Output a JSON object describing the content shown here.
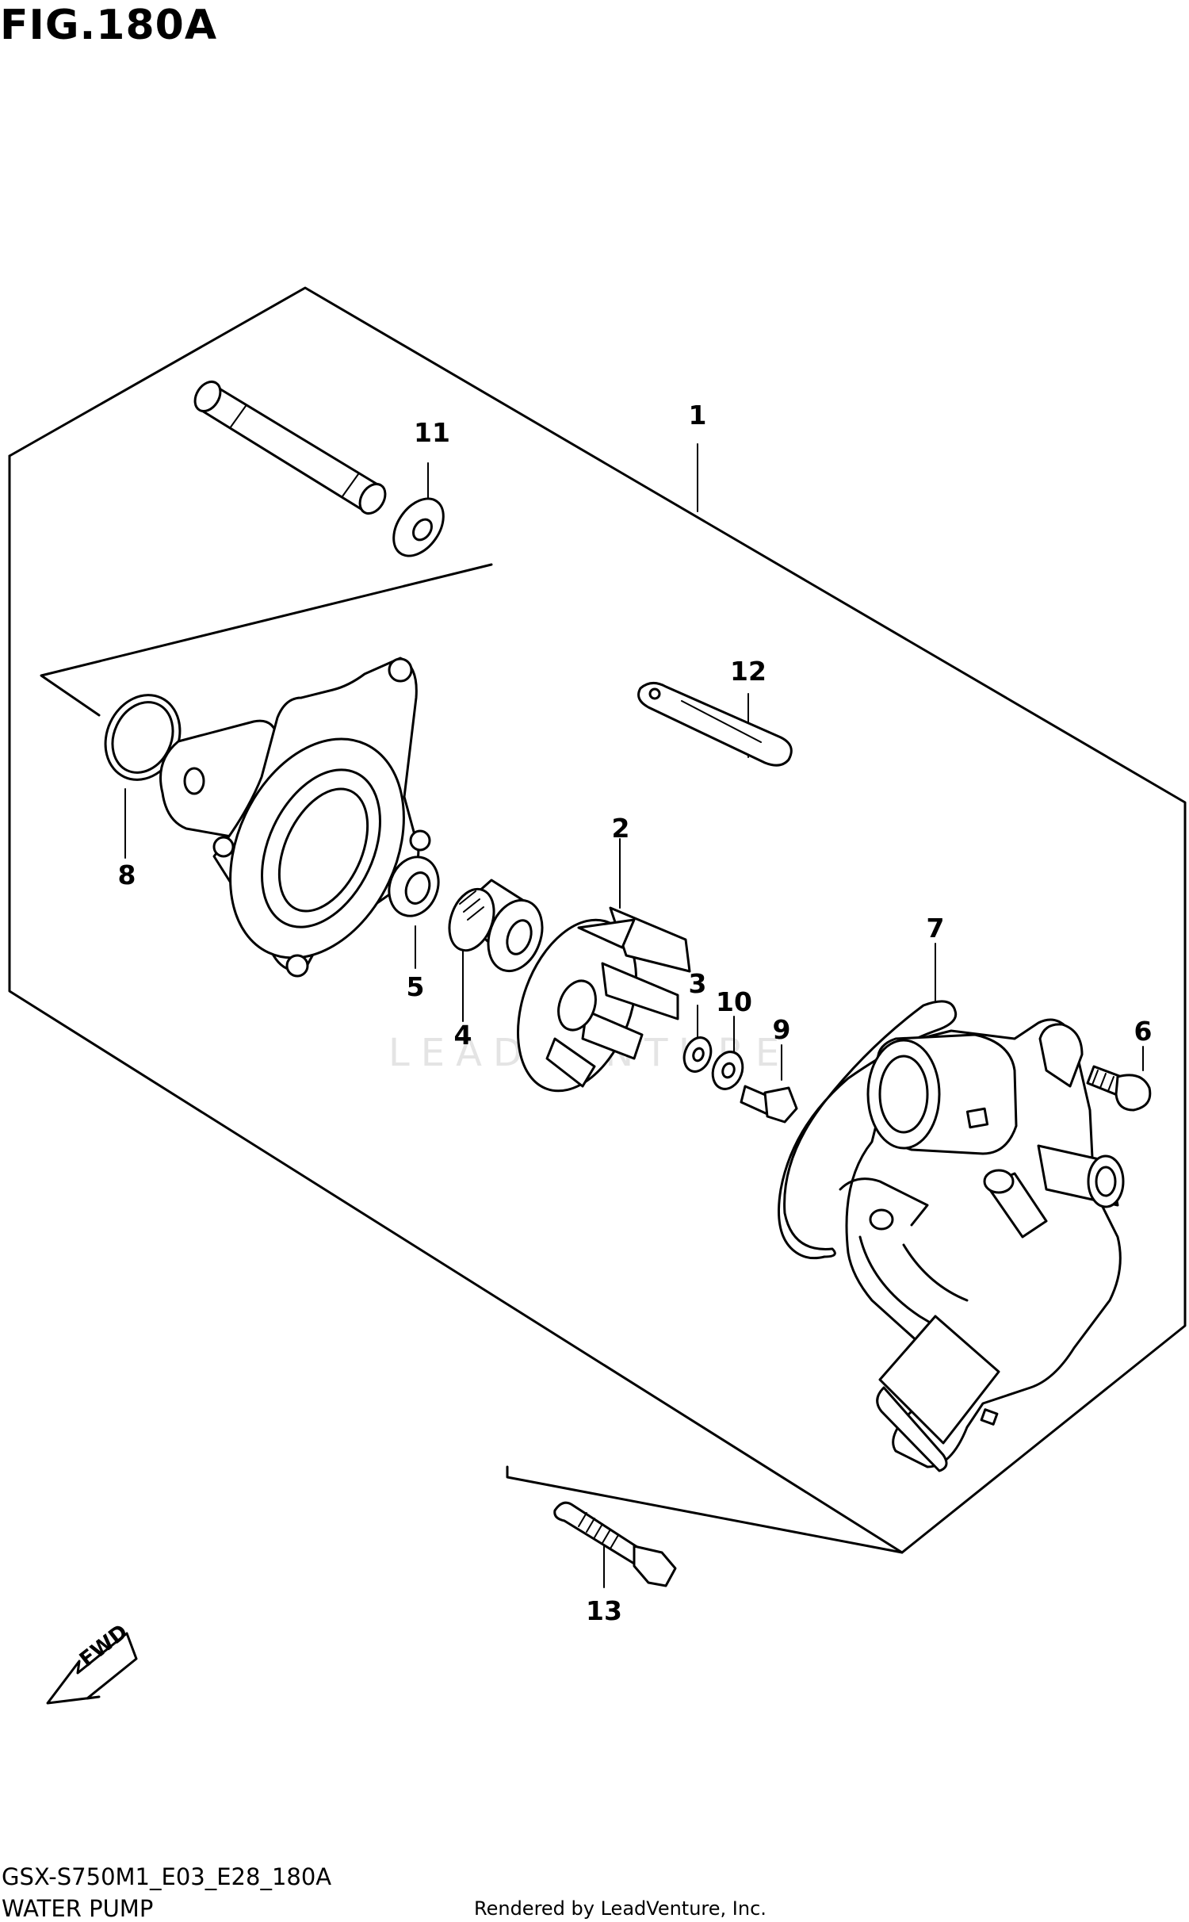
{
  "figure": {
    "title": "FIG.180A",
    "code": "GSX-S750M1_E03_E28_180A",
    "name": "WATER PUMP",
    "rendered_by": "Rendered by LeadVenture, Inc.",
    "watermark": "LEADVENTURE"
  },
  "callouts": [
    "1",
    "2",
    "3",
    "4",
    "5",
    "6",
    "7",
    "8",
    "9",
    "10",
    "11",
    "12",
    "13"
  ],
  "fwd_label": "FWD"
}
